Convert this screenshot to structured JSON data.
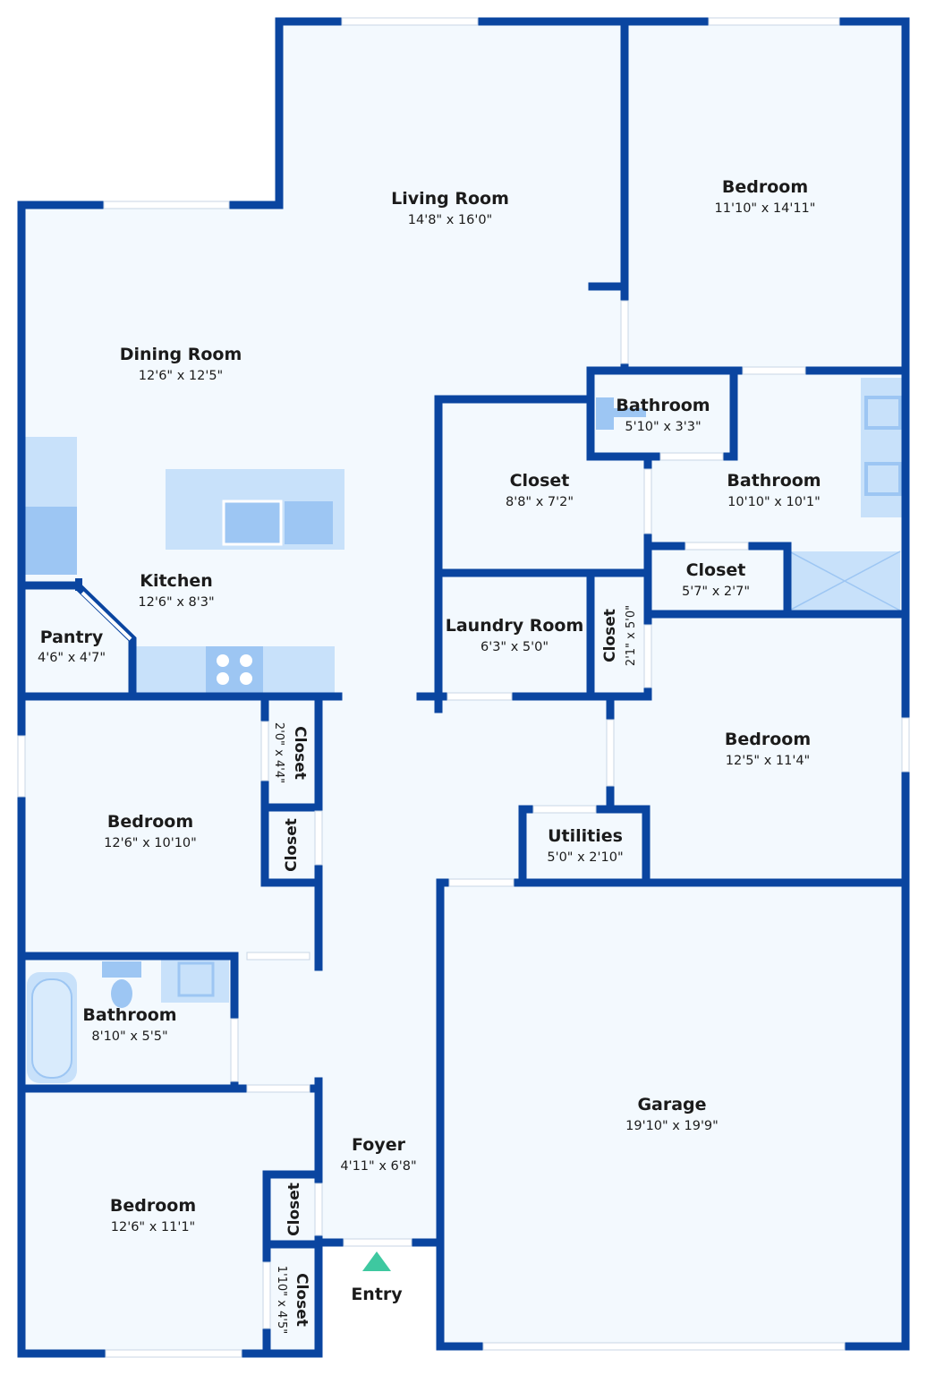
{
  "colors": {
    "wall": "#0a45a0",
    "floor": "#f3f9fe",
    "fixture": "#c8e1fa",
    "fixture_dark": "#9dc6f3",
    "entry_marker": "#3ec8a0",
    "window": "#ffffff"
  },
  "rooms": {
    "living_room": {
      "name": "Living Room",
      "dims": "14'8\" x 16'0\""
    },
    "bedroom_master": {
      "name": "Bedroom",
      "dims": "11'10\" x 14'11\""
    },
    "dining_room": {
      "name": "Dining Room",
      "dims": "12'6\" x 12'5\""
    },
    "bathroom_small": {
      "name": "Bathroom",
      "dims": "5'10\" x 3'3\""
    },
    "closet_large": {
      "name": "Closet",
      "dims": "8'8\" x 7'2\""
    },
    "bathroom_master": {
      "name": "Bathroom",
      "dims": "10'10\" x 10'1\""
    },
    "kitchen": {
      "name": "Kitchen",
      "dims": "12'6\" x 8'3\""
    },
    "closet_master": {
      "name": "Closet",
      "dims": "5'7\" x 2'7\""
    },
    "pantry": {
      "name": "Pantry",
      "dims": "4'6\" x 4'7\""
    },
    "laundry_room": {
      "name": "Laundry Room",
      "dims": "6'3\" x 5'0\""
    },
    "closet_laundry": {
      "name": "Closet",
      "dims": "2'1\" x 5'0\""
    },
    "bedroom_east": {
      "name": "Bedroom",
      "dims": "12'5\" x 11'4\""
    },
    "closet_west_1": {
      "name": "Closet",
      "dims": "2'0\" x 4'4\""
    },
    "closet_west_2": {
      "name": "Closet",
      "dims": ""
    },
    "bedroom_west": {
      "name": "Bedroom",
      "dims": "12'6\" x 10'10\""
    },
    "utilities": {
      "name": "Utilities",
      "dims": "5'0\" x 2'10\""
    },
    "bathroom_hall": {
      "name": "Bathroom",
      "dims": "8'10\" x 5'5\""
    },
    "garage": {
      "name": "Garage",
      "dims": "19'10\" x 19'9\""
    },
    "foyer": {
      "name": "Foyer",
      "dims": "4'11\" x 6'8\""
    },
    "bedroom_sw": {
      "name": "Bedroom",
      "dims": "12'6\" x 11'1\""
    },
    "closet_sw_1": {
      "name": "Closet",
      "dims": ""
    },
    "closet_sw_2": {
      "name": "Closet",
      "dims": "1'10\" x 4'5\""
    },
    "entry": {
      "name": "Entry",
      "dims": ""
    }
  }
}
